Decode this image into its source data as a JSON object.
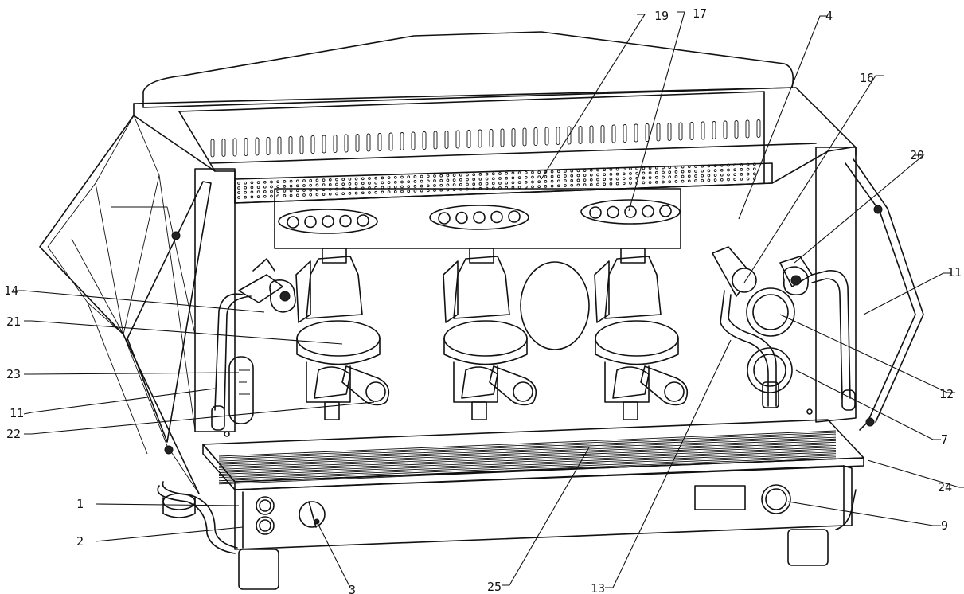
{
  "callouts": [
    {
      "id": "1",
      "label": "1"
    },
    {
      "id": "2",
      "label": "2"
    },
    {
      "id": "3",
      "label": "3"
    },
    {
      "id": "4",
      "label": "4"
    },
    {
      "id": "7",
      "label": "7"
    },
    {
      "id": "9",
      "label": "9"
    },
    {
      "id": "11a",
      "label": "11"
    },
    {
      "id": "11b",
      "label": "11"
    },
    {
      "id": "12",
      "label": "12"
    },
    {
      "id": "13",
      "label": "13"
    },
    {
      "id": "14",
      "label": "14"
    },
    {
      "id": "16",
      "label": "16"
    },
    {
      "id": "17",
      "label": "17"
    },
    {
      "id": "19",
      "label": "19"
    },
    {
      "id": "20",
      "label": "20"
    },
    {
      "id": "21",
      "label": "21"
    },
    {
      "id": "22",
      "label": "22"
    },
    {
      "id": "23",
      "label": "23"
    },
    {
      "id": "24",
      "label": "24"
    },
    {
      "id": "25",
      "label": "25"
    }
  ]
}
